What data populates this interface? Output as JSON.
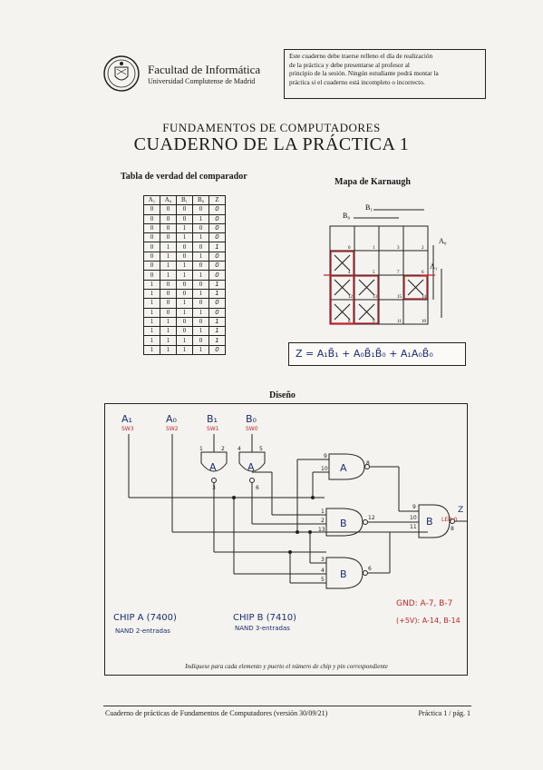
{
  "header": {
    "faculty": "Facultad de Informática",
    "university": "Universidad Complutense de Madrid",
    "notice_lines": [
      "Este cuaderno debe traerse relleno el día de realización",
      "de la práctica y debe presentarse al profesor al",
      "principio de la sesión. Ningún estudiante podrá montar la",
      "práctica si el cuaderno está incompleto o incorrecto."
    ]
  },
  "course": "FUNDAMENTOS DE COMPUTADORES",
  "title": "CUADERNO DE LA PRÁCTICA 1",
  "truth_table": {
    "heading": "Tabla de verdad del comparador",
    "columns": [
      "A₁",
      "A₀",
      "B₁",
      "B₀",
      "Z"
    ],
    "rows": [
      [
        "0",
        "0",
        "0",
        "0",
        "0"
      ],
      [
        "0",
        "0",
        "0",
        "1",
        "0"
      ],
      [
        "0",
        "0",
        "1",
        "0",
        "0"
      ],
      [
        "0",
        "0",
        "1",
        "1",
        "0"
      ],
      [
        "0",
        "1",
        "0",
        "0",
        "1"
      ],
      [
        "0",
        "1",
        "0",
        "1",
        "0"
      ],
      [
        "0",
        "1",
        "1",
        "0",
        "0"
      ],
      [
        "0",
        "1",
        "1",
        "1",
        "0"
      ],
      [
        "1",
        "0",
        "0",
        "0",
        "1"
      ],
      [
        "1",
        "0",
        "0",
        "1",
        "1"
      ],
      [
        "1",
        "0",
        "1",
        "0",
        "0"
      ],
      [
        "1",
        "0",
        "1",
        "1",
        "0"
      ],
      [
        "1",
        "1",
        "0",
        "0",
        "1"
      ],
      [
        "1",
        "1",
        "0",
        "1",
        "1"
      ],
      [
        "1",
        "1",
        "1",
        "0",
        "1"
      ],
      [
        "1",
        "1",
        "1",
        "1",
        "0"
      ]
    ]
  },
  "karnaugh": {
    "heading": "Mapa de Karnaugh",
    "var_top": "B₁",
    "var_left": "B₀",
    "var_right_top": "A₀",
    "var_right": "A₁",
    "cells": [
      [
        "0",
        "1",
        "3",
        "2"
      ],
      [
        "4",
        "5",
        "7",
        "6"
      ],
      [
        "12",
        "13",
        "15",
        "14"
      ],
      [
        "8",
        "9",
        "11",
        "10"
      ]
    ],
    "marked": [
      "4",
      "12",
      "13",
      "8",
      "9",
      "14"
    ]
  },
  "equation": "Z = A₁B̄₁ + A₀B̄₁B̄₀ + A₁A₀B̄₀",
  "design": {
    "heading": "Diseño",
    "inputs": [
      {
        "name": "A₁",
        "switch": "SW3"
      },
      {
        "name": "A₀",
        "switch": "SW2"
      },
      {
        "name": "B₁",
        "switch": "SW1"
      },
      {
        "name": "B₀",
        "switch": "SW0"
      }
    ],
    "gates": {
      "not1": {
        "label": "A",
        "pins": [
          "1",
          "2"
        ],
        "out": "3"
      },
      "not2": {
        "label": "A",
        "pins": [
          "4",
          "5"
        ],
        "out": "6"
      },
      "and_a": {
        "label": "A",
        "pins": [
          "9",
          "10"
        ],
        "out": "8"
      },
      "and_b1": {
        "label": "B",
        "pins": [
          "1",
          "2",
          "13"
        ],
        "out": "12"
      },
      "and_b2": {
        "label": "B",
        "pins": [
          "3",
          "4",
          "5"
        ],
        "out": "6"
      },
      "or_gate": {
        "label": "B",
        "pins": [
          "9",
          "10",
          "11"
        ],
        "out": "8"
      }
    },
    "output_label": "Z",
    "output_led": "LED 0",
    "gnd_note": "GND: A-7, B-7",
    "vcc_note": "(+5V): A-14, B-14",
    "chip_a": "CHIP A (7400)",
    "chip_a_desc": "NAND 2-entradas",
    "chip_b": "CHIP B (7410)",
    "chip_b_desc": "NAND 3-entradas",
    "instruction": "Indíquese para cada elemento y puerto el número de chip y pin correspondiente"
  },
  "footer": {
    "left": "Cuaderno de prácticas de Fundamentos de Computadores (versión 30/09/21)",
    "right": "Práctica 1 / pág. 1"
  },
  "colors": {
    "ink": "#1a1a1a",
    "red": "#c0272d",
    "blue": "#1c2d6e"
  }
}
